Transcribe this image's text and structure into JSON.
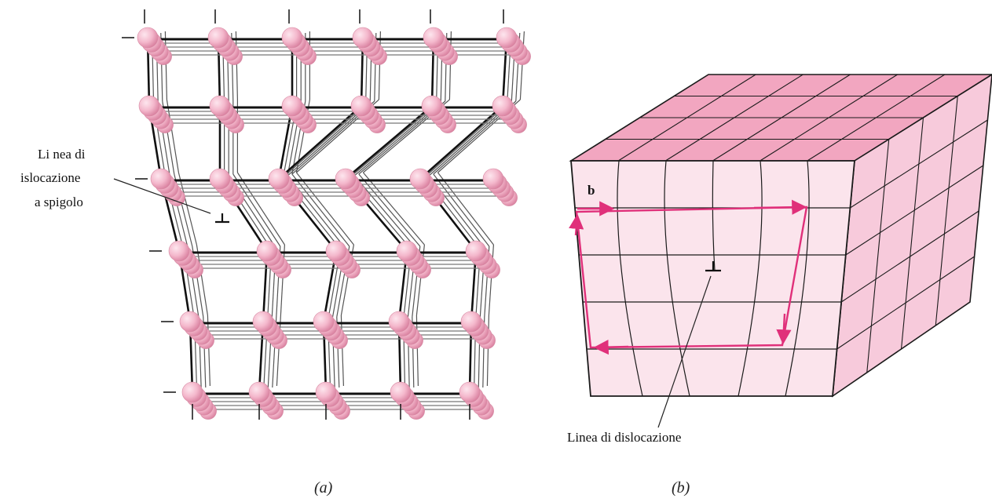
{
  "panel_a": {
    "label_lines": [
      "Li nea di",
      "islocazione",
      "a spigolo"
    ],
    "caption": "(a)"
  },
  "panel_b": {
    "burgers_label": "b",
    "dislocation_label": "Linea di dislocazione",
    "caption": "(b)"
  },
  "colors": {
    "atom": "#f4b8cc",
    "atom_shade": "#e08aa8",
    "crystal_front": "#fbe4ec",
    "crystal_top": "#f2a6c0",
    "crystal_side": "#f7cadb",
    "circuit": "#e0307a",
    "line": "#1a1a1a"
  },
  "icons": [
    "edge-dislocation-symbol",
    "arrow"
  ]
}
